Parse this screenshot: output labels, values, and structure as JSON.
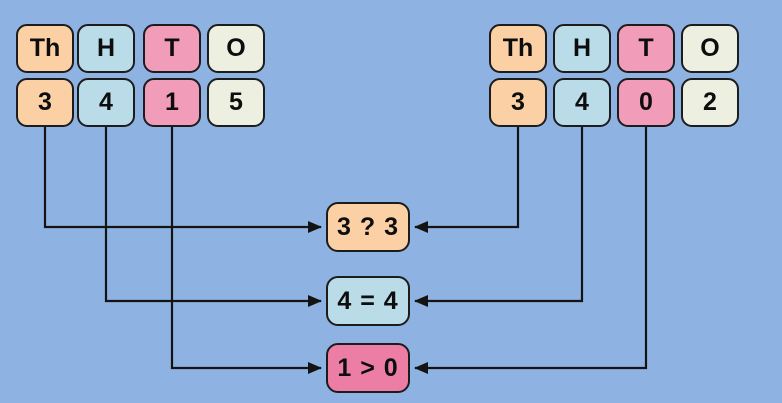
{
  "colors": {
    "background": "#8EB3E2",
    "thousands_box": "#FBD0A4",
    "hundreds_box": "#B9DCE8",
    "tens_box": "#F19CB9",
    "ones_box": "#EDEFE0",
    "comparison_tens_box": "#EC7EA6",
    "outline": "#1c1c1c",
    "arrow": "#141414"
  },
  "left_number": {
    "headers": [
      "Th",
      "H",
      "T",
      "O"
    ],
    "digits": [
      "3",
      "4",
      "1",
      "5"
    ]
  },
  "right_number": {
    "headers": [
      "Th",
      "H",
      "T",
      "O"
    ],
    "digits": [
      "3",
      "4",
      "0",
      "2"
    ]
  },
  "comparisons": [
    {
      "label": "3 ? 3"
    },
    {
      "label": "4 = 4"
    },
    {
      "label": "1 > 0"
    }
  ]
}
